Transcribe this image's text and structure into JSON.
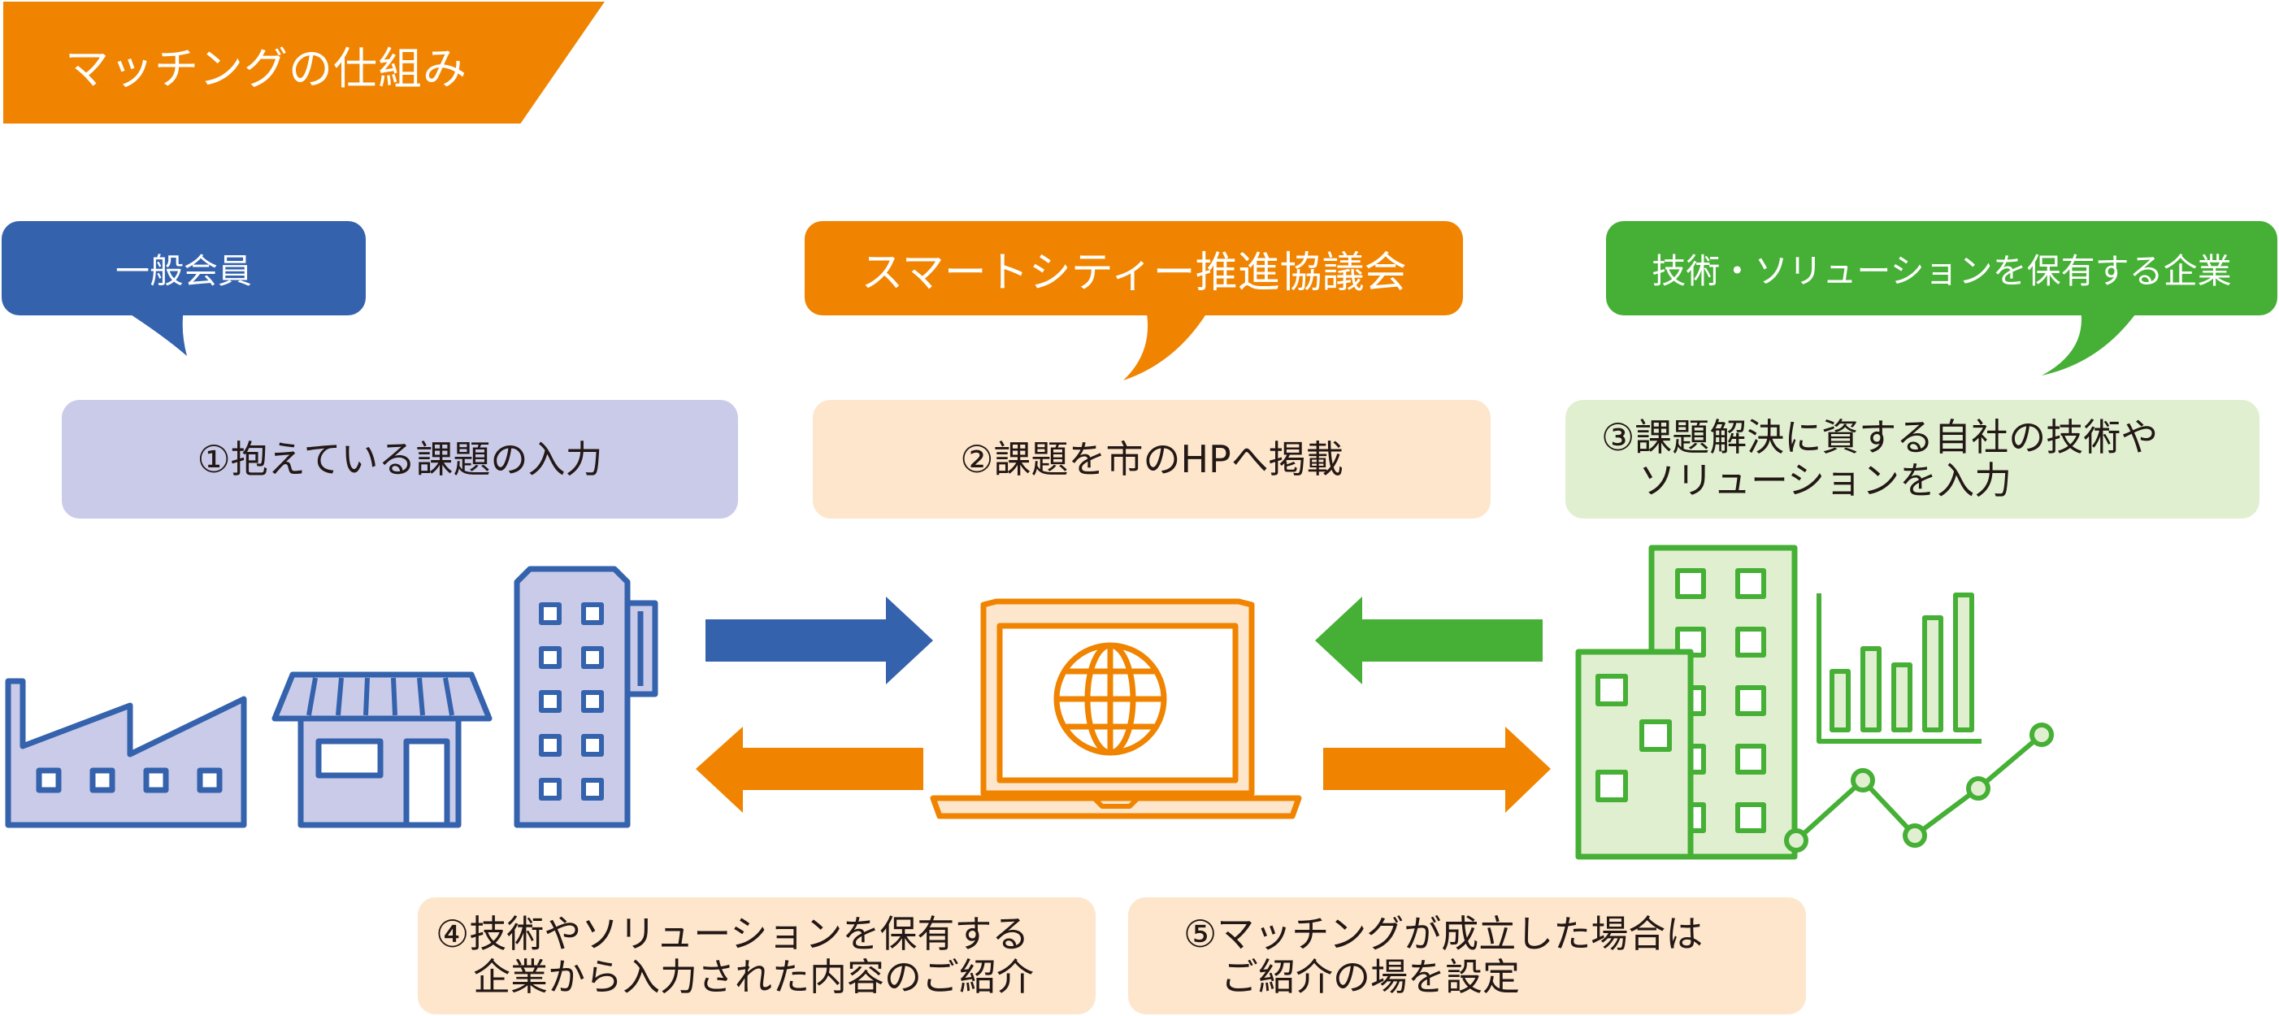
{
  "title": "マッチングの仕組み",
  "actors": {
    "member": "一般会員",
    "council": "スマートシティー推進協議会",
    "company": "技術・ソリューションを保有する企業"
  },
  "steps": {
    "s1": "①抱えている課題の入力",
    "s2": "②課題を市のHPへ掲載",
    "s3": "③課題解決に資する自社の技術や\n　ソリューションを入力",
    "s4": "④技術やソリューションを保有する\n　企業から入力された内容のご紹介",
    "s5": "⑤マッチングが成立した場合は\n　ご紹介の場を設定"
  },
  "icons": {
    "factory": "factory-icon",
    "shop": "shop-icon",
    "office": "office-building-icon",
    "laptop": "laptop-globe-icon",
    "company_building": "company-building-icon",
    "chart": "growth-chart-icon"
  },
  "colors": {
    "blue": "#3462ad",
    "orange": "#f08400",
    "green": "#45b035",
    "lavender": "#c9cbe8",
    "peach": "#fde6cc",
    "light_green": "#e1efd1"
  }
}
